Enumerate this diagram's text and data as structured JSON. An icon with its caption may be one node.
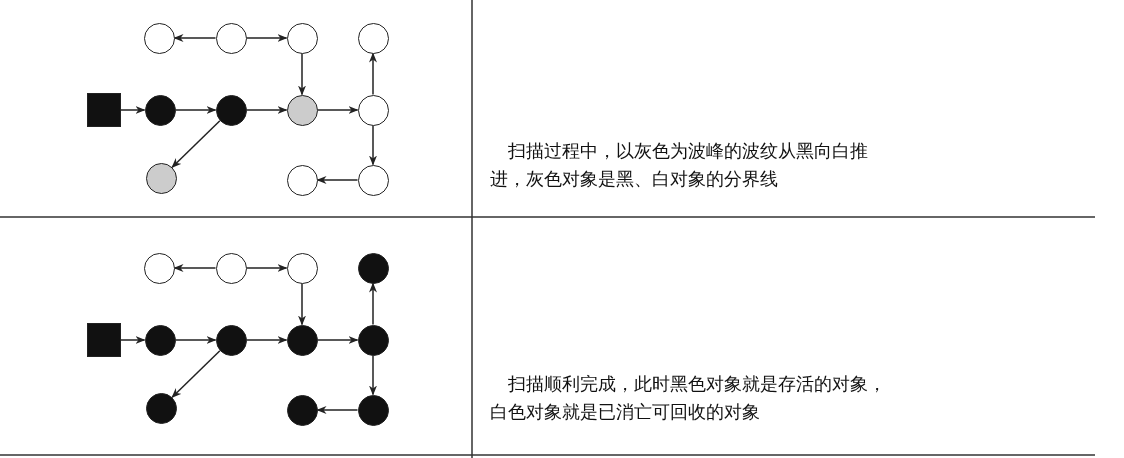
{
  "diagram": {
    "nodes": [
      {
        "text": [],
        "shape": "circle"
      },
      {
        "text": [],
        "shape": "circle"
      },
      {
        "text": [],
        "shape": "circle"
      },
      {
        "text": [],
        "shape": "circle"
      },
      {
        "text": [],
        "shape": "box"
      },
      {
        "text": [],
        "shape": "circle"
      },
      {
        "text": [],
        "shape": "circle"
      },
      {
        "text": [],
        "shape": "circle"
      },
      {
        "text": [],
        "shape": "circle"
      },
      {
        "text": [],
        "shape": "circle"
      },
      {
        "text": [],
        "shape": "circle"
      },
      {
        "text": [],
        "shape": "circle"
      },
      {
        "text": [],
        "shape": "circle"
      },
      {
        "text": [],
        "shape": "circle"
      },
      {
        "text": [],
        "shape": "circle"
      },
      {
        "text": [],
        "shape": "circle"
      },
      {
        "text": [],
        "shape": "box"
      },
      {
        "text": [],
        "shape": "circle"
      },
      {
        "text": [],
        "shape": "circle"
      },
      {
        "text": [],
        "shape": "circle"
      },
      {
        "text": [],
        "shape": "circle"
      },
      {
        "text": [],
        "shape": "circle"
      },
      {
        "text": [],
        "shape": "circle"
      },
      {
        "text": [],
        "shape": "circle"
      }
    ],
    "edges": [
      {
        "from": 1,
        "to": 0,
        "arrow": "to"
      },
      {
        "from": 1,
        "to": 2,
        "arrow": "to"
      },
      {
        "from": 2,
        "to": 7,
        "arrow": "to"
      },
      {
        "from": 8,
        "to": 3,
        "arrow": "to"
      },
      {
        "from": 4,
        "to": 5,
        "arrow": "to"
      },
      {
        "from": 5,
        "to": 6,
        "arrow": "to"
      },
      {
        "from": 6,
        "to": 7,
        "arrow": "to"
      },
      {
        "from": 7,
        "to": 8,
        "arrow": "to"
      },
      {
        "from": 6,
        "to": 9,
        "arrow": "to"
      },
      {
        "from": 8,
        "to": 11,
        "arrow": "to"
      },
      {
        "from": 11,
        "to": 10,
        "arrow": "to"
      },
      {
        "from": 13,
        "to": 12,
        "arrow": "to"
      },
      {
        "from": 13,
        "to": 14,
        "arrow": "to"
      },
      {
        "from": 14,
        "to": 19,
        "arrow": "to"
      },
      {
        "from": 20,
        "to": 15,
        "arrow": "to"
      },
      {
        "from": 16,
        "to": 17,
        "arrow": "to"
      },
      {
        "from": 17,
        "to": 18,
        "arrow": "to"
      },
      {
        "from": 18,
        "to": 19,
        "arrow": "to"
      },
      {
        "from": 19,
        "to": 20,
        "arrow": "to"
      },
      {
        "from": 18,
        "to": 21,
        "arrow": "to"
      },
      {
        "from": 20,
        "to": 23,
        "arrow": "to"
      },
      {
        "from": 23,
        "to": 22,
        "arrow": "to"
      }
    ],
    "labels": [
      "扫描过程中，以灰色为波峰的波纹从黑向白推进，灰色对象是黑、白对象的分界线",
      "扫描顺利完成，此时黑色对象就是存活的对象，白色对象就是已消亡可回收的对象"
    ]
  }
}
